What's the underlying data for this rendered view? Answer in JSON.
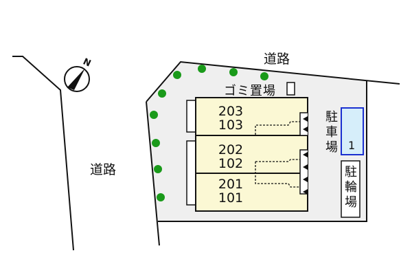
{
  "roads": {
    "top_label": "道路",
    "left_label": "道路"
  },
  "compass": {
    "label": "N",
    "icon": "north-arrow-icon"
  },
  "trash_area": {
    "label": "ゴミ置場"
  },
  "units": [
    {
      "upper": "203",
      "lower": "103"
    },
    {
      "upper": "202",
      "lower": "102"
    },
    {
      "upper": "201",
      "lower": "101"
    }
  ],
  "parking": {
    "label": "駐車場",
    "spaces": [
      "1"
    ]
  },
  "bicycle_parking": {
    "label": "駐輪場"
  },
  "colors": {
    "lot": "#efefef",
    "building": "#fbf8d4",
    "parking": "#d6eefa",
    "parking_border": "#1a2fd0",
    "tree": "#1a9a1a"
  }
}
